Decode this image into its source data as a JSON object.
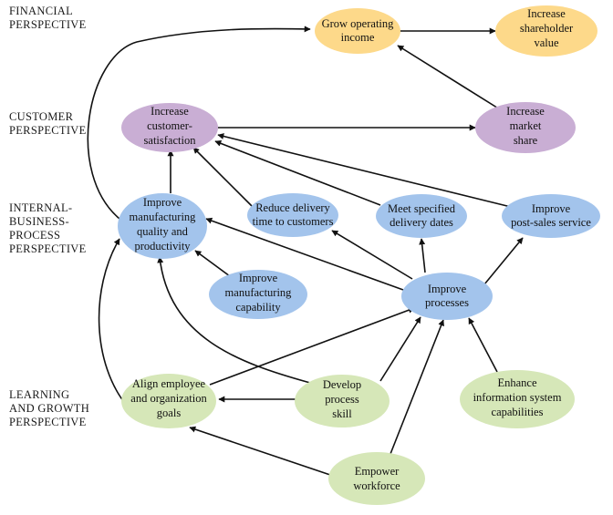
{
  "perspectives": {
    "financial": [
      "FINANCIAL",
      "PERSPECTIVE"
    ],
    "customer": [
      "CUSTOMER",
      "PERSPECTIVE"
    ],
    "internal": [
      "INTERNAL-",
      "BUSINESS-",
      "PROCESS",
      "PERSPECTIVE"
    ],
    "learning": [
      "LEARNING",
      "AND GROWTH",
      "PERSPECTIVE"
    ]
  },
  "colors": {
    "financial": "#fdd98a",
    "customer": "#c9aed4",
    "internal": "#a3c4ec",
    "learning": "#d6e7b8"
  },
  "nodes": {
    "grow_income": [
      "Grow operating",
      "income"
    ],
    "shareholder_value": [
      "Increase",
      "shareholder",
      "value"
    ],
    "customer_satisfaction": [
      "Increase",
      "customer-",
      "satisfaction"
    ],
    "market_share": [
      "Increase",
      "market",
      "share"
    ],
    "mfg_quality": [
      "Improve",
      "manufacturing",
      "quality and",
      "productivity"
    ],
    "reduce_delivery": [
      "Reduce delivery",
      "time to customers"
    ],
    "meet_delivery": [
      "Meet specified",
      "delivery dates"
    ],
    "post_sales": [
      "Improve",
      "post-sales service"
    ],
    "mfg_capability": [
      "Improve",
      "manufacturing",
      "capability"
    ],
    "improve_processes": [
      "Improve",
      "processes"
    ],
    "align_goals": [
      "Align employee",
      "and organization",
      "goals"
    ],
    "process_skill": [
      "Develop",
      "process",
      "skill"
    ],
    "info_system": [
      "Enhance",
      "information system",
      "capabilities"
    ],
    "empower": [
      "Empower",
      "workforce"
    ]
  }
}
